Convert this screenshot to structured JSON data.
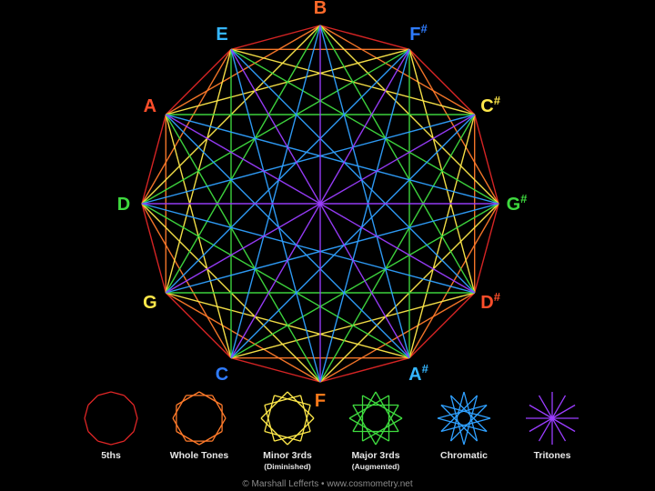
{
  "notes": [
    {
      "letter": "B",
      "accidental": "",
      "color": "#ff6a2a"
    },
    {
      "letter": "F",
      "accidental": "#",
      "color": "#2f7cff"
    },
    {
      "letter": "C",
      "accidental": "#",
      "color": "#ffe84a"
    },
    {
      "letter": "G",
      "accidental": "#",
      "color": "#3ed93e"
    },
    {
      "letter": "D",
      "accidental": "#",
      "color": "#ff4e2a"
    },
    {
      "letter": "A",
      "accidental": "#",
      "color": "#35b6ff"
    },
    {
      "letter": "F",
      "accidental": "",
      "color": "#ff7a1a"
    },
    {
      "letter": "C",
      "accidental": "",
      "color": "#2f7cff"
    },
    {
      "letter": "G",
      "accidental": "",
      "color": "#ffe84a"
    },
    {
      "letter": "D",
      "accidental": "",
      "color": "#3ed93e"
    },
    {
      "letter": "A",
      "accidental": "",
      "color": "#ff4e2a"
    },
    {
      "letter": "E",
      "accidental": "",
      "color": "#35b6ff"
    }
  ],
  "intervals": [
    {
      "name": "5ths",
      "subtitle": "",
      "step": 1,
      "color": "#e02626"
    },
    {
      "name": "Whole Tones",
      "subtitle": "",
      "step": 2,
      "color": "#ff7a2a"
    },
    {
      "name": "Minor 3rds",
      "subtitle": "(Diminished)",
      "step": 3,
      "color": "#ffe94a"
    },
    {
      "name": "Major 3rds",
      "subtitle": "(Augmented)",
      "step": 4,
      "color": "#3fdc3f"
    },
    {
      "name": "Chromatic",
      "subtitle": "",
      "step": 5,
      "color": "#2fa0ff"
    },
    {
      "name": "Tritones",
      "subtitle": "",
      "step": 6,
      "color": "#9b3dff"
    }
  ],
  "credit": "© Marshall Lefferts • www.cosmometry.net"
}
